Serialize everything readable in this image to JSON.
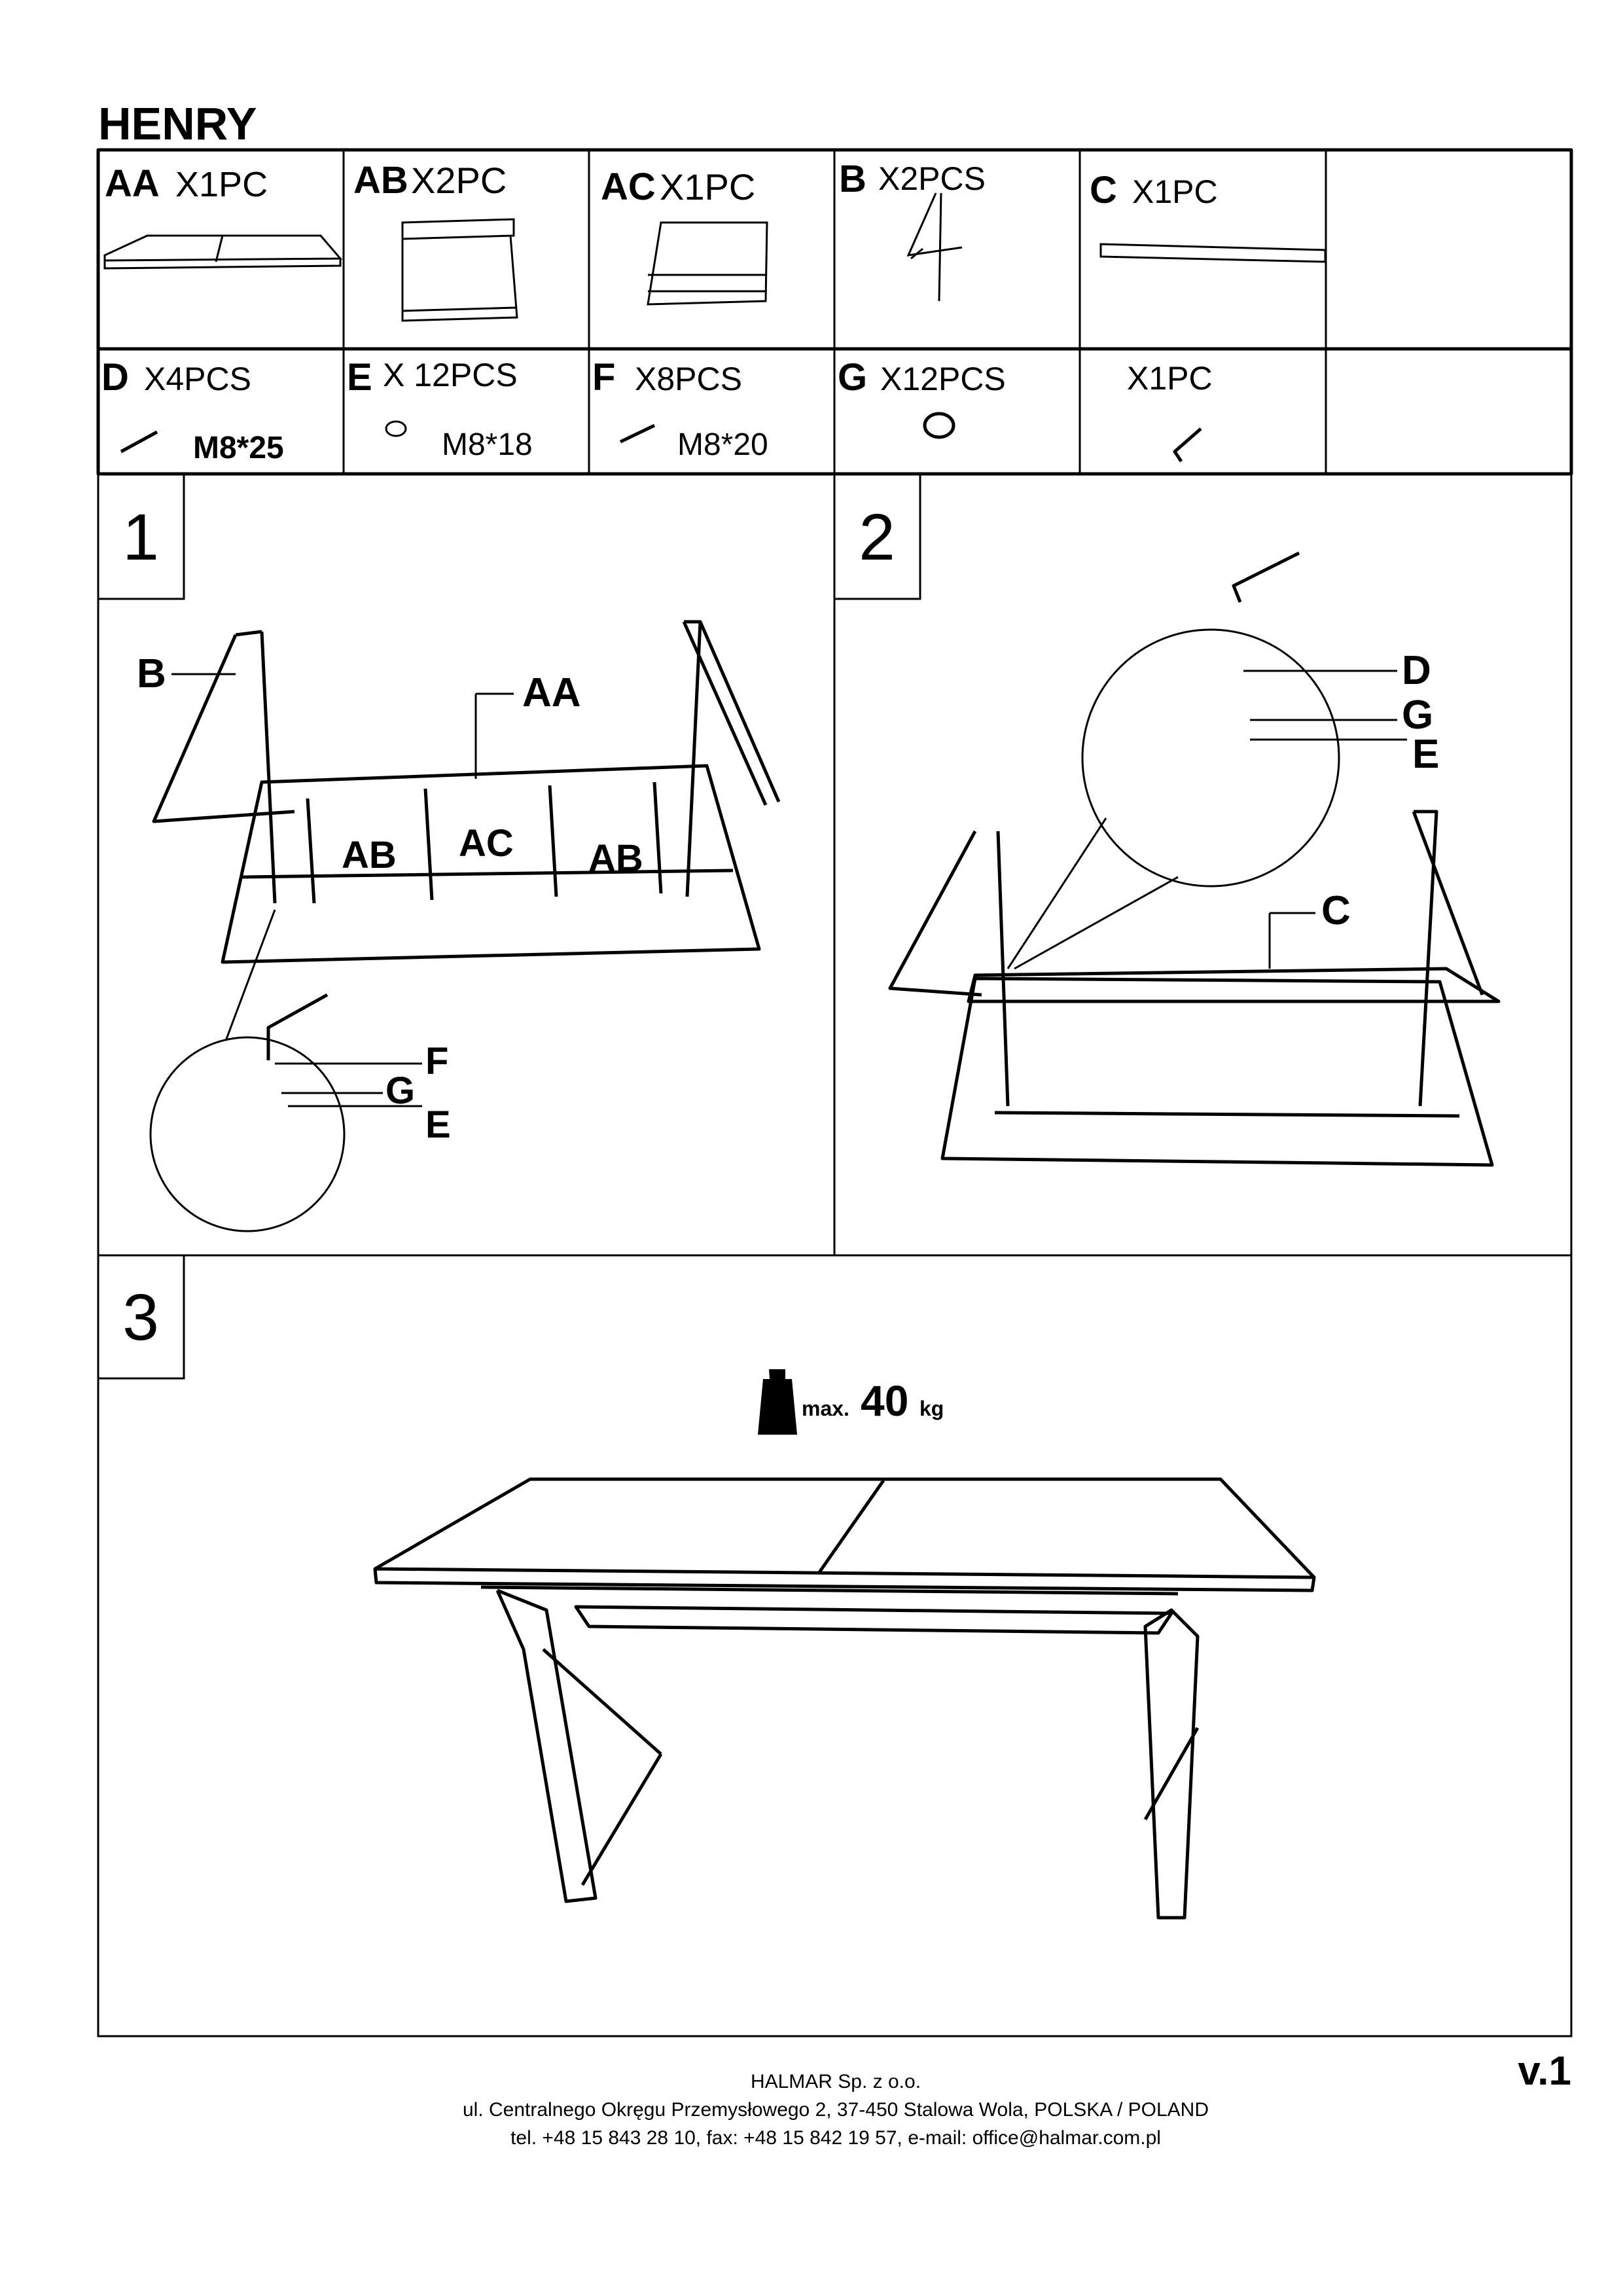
{
  "title": "HENRY",
  "parts_row1": [
    {
      "code": "AA",
      "qty": "X1PC"
    },
    {
      "code": "AB",
      "qty": "X2PC"
    },
    {
      "code": "AC",
      "qty": "X1PC"
    },
    {
      "code": "B",
      "qty": "X2PCS"
    },
    {
      "code": "C",
      "qty": "X1PC"
    }
  ],
  "parts_row2": [
    {
      "code": "D",
      "qty": "X4PCS",
      "size": "M8*25"
    },
    {
      "code": "E",
      "qty": "X 12PCS",
      "size": "M8*18"
    },
    {
      "code": "F",
      "qty": "X8PCS",
      "size": "M8*20"
    },
    {
      "code": "G",
      "qty": "X12PCS",
      "size": ""
    },
    {
      "code": "",
      "qty": "X1PC",
      "size": ""
    }
  ],
  "steps": {
    "s1": {
      "number": "1",
      "labels": {
        "b": "B",
        "aa": "AA",
        "ab1": "AB",
        "ac": "AC",
        "ab2": "AB",
        "f": "F",
        "g": "G",
        "e": "E"
      }
    },
    "s2": {
      "number": "2",
      "labels": {
        "d": "D",
        "g": "G",
        "e": "E",
        "c": "C"
      }
    },
    "s3": {
      "number": "3",
      "max_prefix": "max.",
      "max_value": "40",
      "max_unit": "kg"
    }
  },
  "footer": {
    "company": "HALMAR Sp. z o.o.",
    "address": "ul. Centralnego Okręgu Przemysłowego 2, 37-450 Stalowa Wola, POLSKA / POLAND",
    "contact": "tel. +48 15 843 28 10, fax: +48 15 842 19 57, e-mail: office@halmar.com.pl",
    "version": "v.1"
  }
}
